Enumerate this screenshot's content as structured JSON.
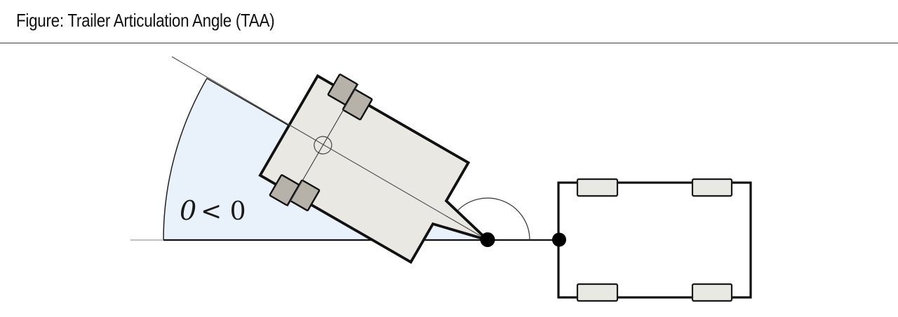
{
  "header": {
    "title": "Figure: Trailer Articulation Angle (TAA)"
  },
  "figure": {
    "angle_label": {
      "symbol": "0",
      "rest": "< 0"
    },
    "colors": {
      "background": "#ffffff",
      "wedge_fill": "#e9f1fb",
      "trailer_body_fill": "#e9e8e3",
      "trailer_wheel_fill": "#b6b2a9",
      "vehicle_body_fill": "#ffffff",
      "vehicle_wheel_fill": "#e9e9e4",
      "dot_fill": "#000000",
      "outline": "#111111"
    }
  }
}
